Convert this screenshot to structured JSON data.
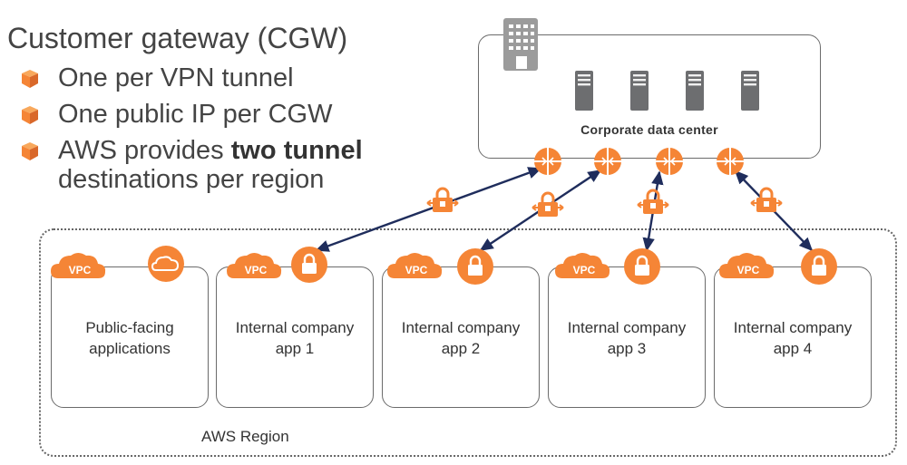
{
  "title": "Customer gateway (CGW)",
  "bullets": [
    {
      "text": "One per VPN tunnel"
    },
    {
      "text": "One public IP per CGW"
    },
    {
      "text_pre": "AWS provides ",
      "text_bold": "two tunnel",
      "text_post": "destinations per region"
    }
  ],
  "data_center": {
    "label": "Corporate data center"
  },
  "region": {
    "label": "AWS Region"
  },
  "vpc_badge": "VPC",
  "vpcs": [
    {
      "label": "Public-facing\napplications"
    },
    {
      "label": "Internal company\napp 1"
    },
    {
      "label": "Internal company\napp 2"
    },
    {
      "label": "Internal company\napp 3"
    },
    {
      "label": "Internal company\napp 4"
    }
  ],
  "colors": {
    "orange": "#F58536",
    "arrow": "#1F2D5C",
    "server": "#6D6E70"
  }
}
